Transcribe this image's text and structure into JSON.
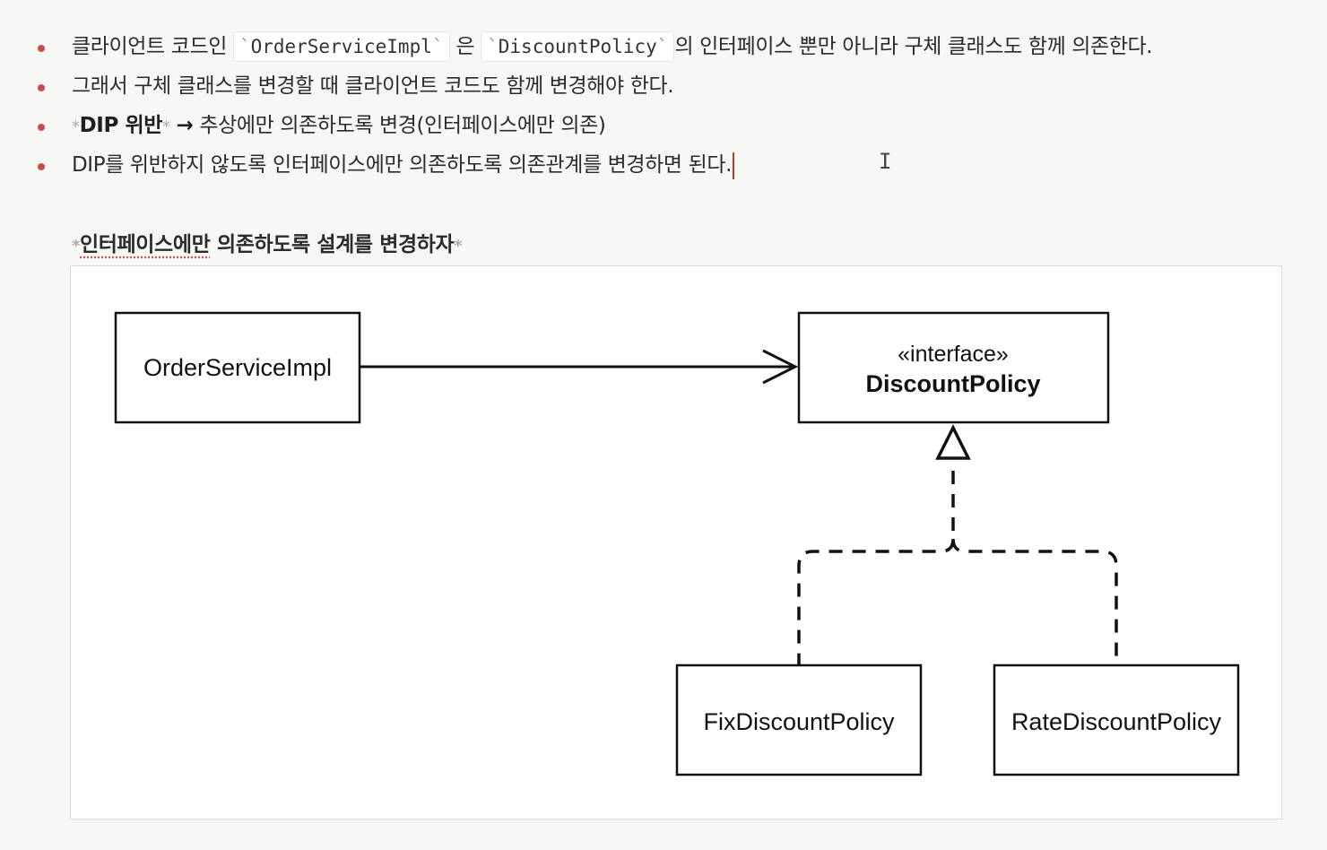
{
  "bullets": [
    {
      "prefix": "클라이언트 코드인 ",
      "code1": "OrderServiceImpl",
      "middle": "은 ",
      "code2": "DiscountPolicy",
      "suffix": "의 인터페이스 뿐만 아니라 구체 클래스도 함께 의존한다."
    },
    {
      "text": "그래서 구체 클래스를 변경할 때 클라이언트 코드도 함께 변경해야 한다."
    },
    {
      "strong": "DIP 위반",
      "arrow": "→",
      "rest": " 추상에만 의존하도록 변경(인터페이스에만 의존)"
    },
    {
      "text": "DIP를 위반하지 않도록 인터페이스에만 의존하도록 의존관계를 변경하면 된다."
    }
  ],
  "markdown": {
    "backtick": "`",
    "asterisk": "*"
  },
  "heading": {
    "underlined": "인터페이스에만",
    "rest": " 의존하도록 설계를 변경하자"
  },
  "diagram": {
    "client": "OrderServiceImpl",
    "interface_stereotype": "«interface»",
    "interface_name": "DiscountPolicy",
    "impl_left": "FixDiscountPolicy",
    "impl_right": "RateDiscountPolicy"
  },
  "colors": {
    "bullet_dot": "#c0504d",
    "caret": "#c0392b",
    "diagram_stroke": "#111111"
  },
  "icons": {
    "cursor": "text-cursor-icon"
  }
}
